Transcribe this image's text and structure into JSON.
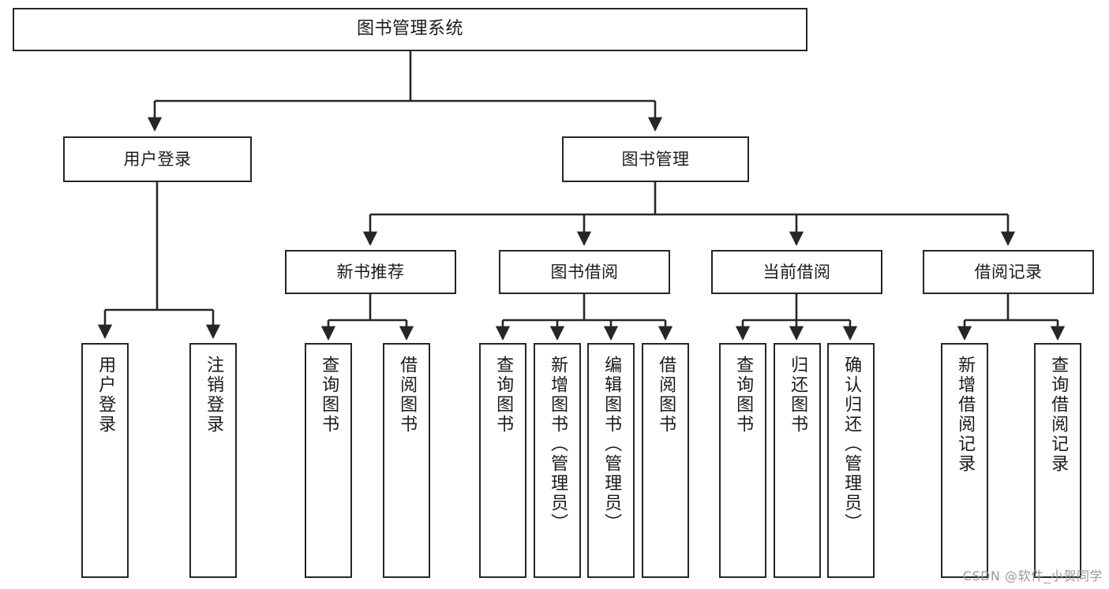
{
  "diagram": {
    "title": "图书管理系统",
    "type": "hierarchy-tree",
    "line_color": "#262626",
    "box_fill": "#ffffff",
    "text_color": "#1a1a1a"
  },
  "nodes": {
    "root": {
      "label": "图书管理系统",
      "orientation": "horizontal"
    },
    "user_login": {
      "label": "用户登录",
      "orientation": "horizontal"
    },
    "book_manage": {
      "label": "图书管理",
      "orientation": "horizontal"
    },
    "new_book_rec": {
      "label": "新书推荐",
      "orientation": "horizontal"
    },
    "book_borrow": {
      "label": "图书借阅",
      "orientation": "horizontal"
    },
    "current_borrow": {
      "label": "当前借阅",
      "orientation": "horizontal"
    },
    "borrow_record": {
      "label": "借阅记录",
      "orientation": "horizontal"
    },
    "leaf_user_login": {
      "label": "用户登录",
      "orientation": "vertical"
    },
    "leaf_logout": {
      "label": "注销登录",
      "orientation": "vertical"
    },
    "leaf_query_book_1": {
      "label": "查询图书",
      "orientation": "vertical"
    },
    "leaf_borrow_book_1": {
      "label": "借阅图书",
      "orientation": "vertical"
    },
    "leaf_query_book_2": {
      "label": "查询图书",
      "orientation": "vertical"
    },
    "leaf_add_book": {
      "label": "新增图书（管理员）",
      "orientation": "vertical"
    },
    "leaf_edit_book": {
      "label": "编辑图书（管理员）",
      "orientation": "vertical"
    },
    "leaf_borrow_book_2": {
      "label": "借阅图书",
      "orientation": "vertical"
    },
    "leaf_query_book_3": {
      "label": "查询图书",
      "orientation": "vertical"
    },
    "leaf_return_book": {
      "label": "归还图书",
      "orientation": "vertical"
    },
    "leaf_confirm_return": {
      "label": "确认归还（管理员）",
      "orientation": "vertical"
    },
    "leaf_add_record": {
      "label": "新增借阅记录",
      "orientation": "vertical"
    },
    "leaf_query_record": {
      "label": "查询借阅记录",
      "orientation": "vertical"
    }
  },
  "watermark": {
    "text": "CSDN @软件_小贺同学"
  }
}
